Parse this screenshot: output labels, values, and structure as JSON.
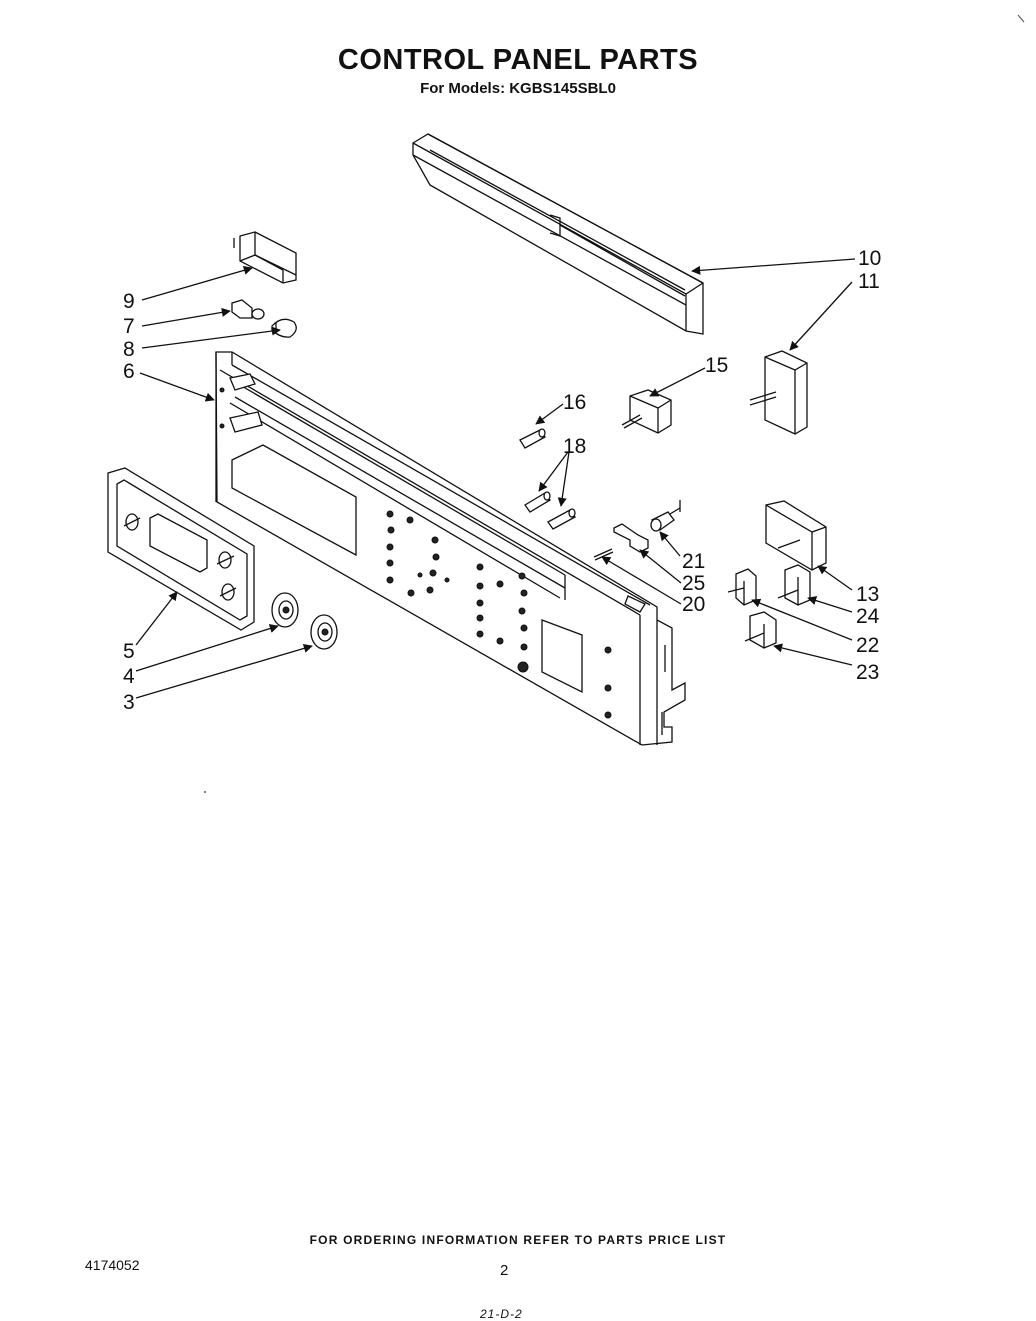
{
  "header": {
    "title": "CONTROL PANEL PARTS",
    "subtitle": "For Models: KGBS145SBL0"
  },
  "callouts": [
    {
      "id": "10",
      "label": "10"
    },
    {
      "id": "11",
      "label": "11"
    },
    {
      "id": "9",
      "label": "9"
    },
    {
      "id": "7",
      "label": "7"
    },
    {
      "id": "8",
      "label": "8"
    },
    {
      "id": "6",
      "label": "6"
    },
    {
      "id": "15",
      "label": "15"
    },
    {
      "id": "16",
      "label": "16"
    },
    {
      "id": "18",
      "label": "18"
    },
    {
      "id": "21",
      "label": "21"
    },
    {
      "id": "25",
      "label": "25"
    },
    {
      "id": "20",
      "label": "20"
    },
    {
      "id": "13",
      "label": "13"
    },
    {
      "id": "24",
      "label": "24"
    },
    {
      "id": "22",
      "label": "22"
    },
    {
      "id": "23",
      "label": "23"
    },
    {
      "id": "5",
      "label": "5"
    },
    {
      "id": "4",
      "label": "4"
    },
    {
      "id": "3",
      "label": "3"
    }
  ],
  "footer": {
    "ordering_note": "FOR ORDERING INFORMATION REFER TO PARTS PRICE LIST",
    "document_number": "4174052",
    "page_number": "2",
    "handwritten_mark": "21-D-2"
  }
}
